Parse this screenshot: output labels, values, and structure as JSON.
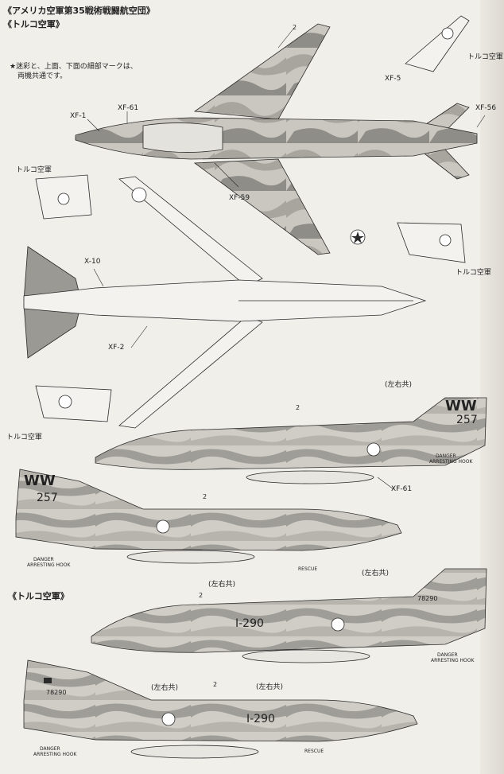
{
  "header": {
    "title_us": "《アメリカ空軍第35戦術戦闘航空団》",
    "title_turk": "《トルコ空軍》",
    "note_line1": "★迷彩と、上面、下面の細部マークは、",
    "note_line2": "両機共通です。"
  },
  "labels": {
    "turk_af": "トルコ空軍",
    "both_sides": "(左右共)",
    "section_turk": "《トルコ空軍》"
  },
  "codes": {
    "xf5": "XF-5",
    "xf61": "XF-61",
    "xf1": "XF-1",
    "xf56": "XF-56",
    "xf59": "XF-59",
    "x10": "X-10",
    "xf2": "XF-2",
    "n2": "2"
  },
  "markings": {
    "tail_code": "WW",
    "serial_us": "257",
    "serial_tk": "I-290",
    "tail_tk": "78290",
    "danger": "DANGER",
    "arresting": "ARRESTING HOOK",
    "rescue": "RESCUE"
  },
  "colors": {
    "paper": "#f1efea",
    "camo_light": "#c9c7c0",
    "camo_mid": "#a7a59e",
    "camo_dark": "#8f8d87",
    "ink": "#2a2a2a"
  }
}
